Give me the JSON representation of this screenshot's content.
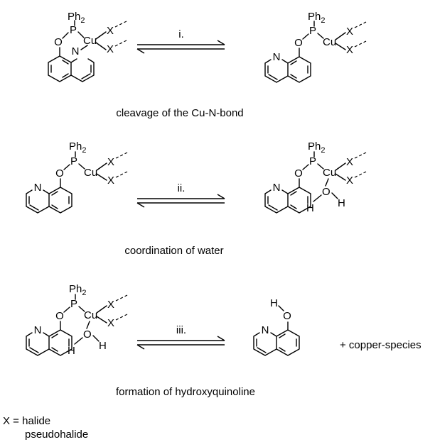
{
  "atoms": {
    "phenyl": "Ph",
    "phenyl_count": "2",
    "phosphorus": "P",
    "oxygen": "O",
    "copper": "Cu",
    "nitrogen": "N",
    "halide": "X",
    "hydrogen": "H"
  },
  "steps": [
    {
      "label": "i.",
      "caption": "cleavage of the Cu-N-bond"
    },
    {
      "label": "ii.",
      "caption": "coordination of water"
    },
    {
      "label": "iii.",
      "caption": "formation of hydroxyquinoline"
    }
  ],
  "product_extra": "+ copper-species",
  "legend": {
    "x_prefix": "X = ",
    "line1": "halide",
    "line2": "pseudohalide"
  }
}
